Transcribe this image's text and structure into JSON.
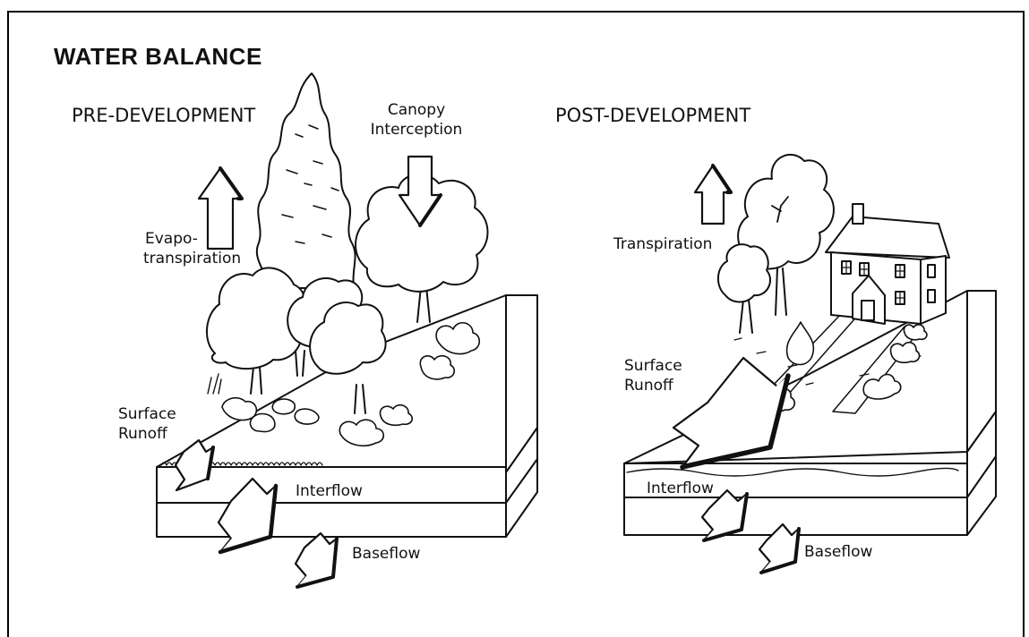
{
  "title": "WATER BALANCE",
  "pre": {
    "heading": "PRE-DEVELOPMENT",
    "evapo_line1": "Evapo-",
    "evapo_line2": "transpiration",
    "canopy_line1": "Canopy",
    "canopy_line2": "Interception",
    "surface_line1": "Surface",
    "surface_line2": "Runoff",
    "interflow": "Interflow",
    "baseflow": "Baseflow"
  },
  "post": {
    "heading": "POST-DEVELOPMENT",
    "transpiration": "Transpiration",
    "surface_line1": "Surface",
    "surface_line2": "Runoff",
    "interflow": "Interflow",
    "baseflow": "Baseflow"
  },
  "colors": {
    "ink": "#111111",
    "background": "#ffffff"
  },
  "icons": [
    "conifer-tree-icon",
    "deciduous-tree-icon",
    "house-icon",
    "flow-arrow-icon",
    "shrub-icon",
    "rock-icon"
  ]
}
